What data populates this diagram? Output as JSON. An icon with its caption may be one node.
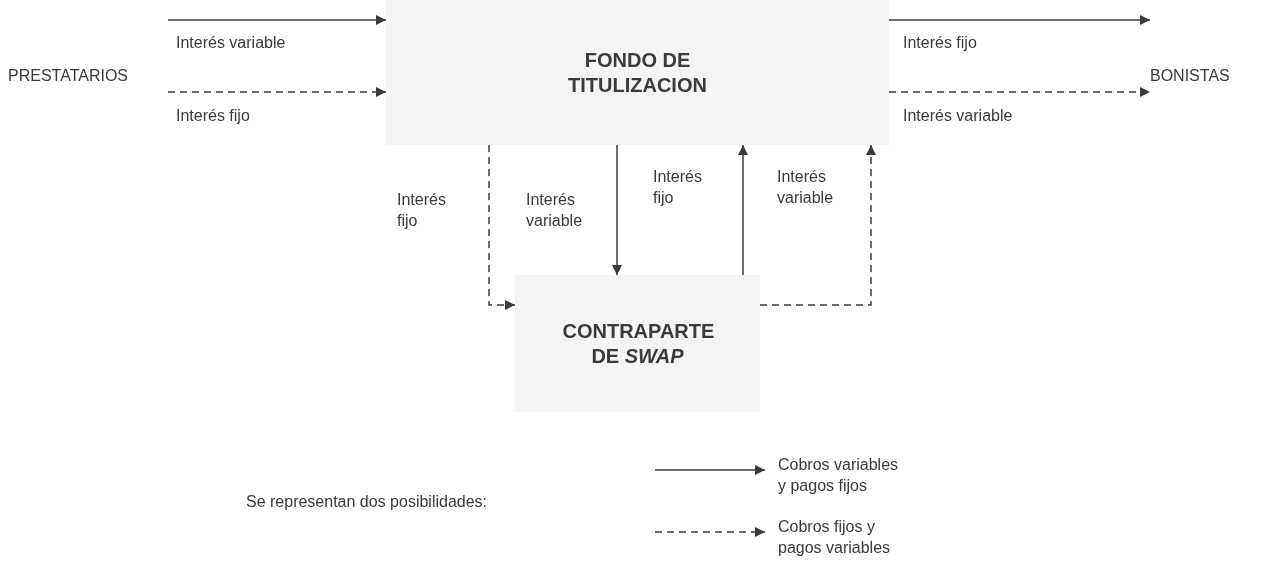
{
  "diagram": {
    "nodes": [
      {
        "text": [
          "PRESTATARIOS"
        ]
      },
      {
        "text": [
          "FONDO DE TITULIZACION"
        ]
      },
      {
        "text": [
          "BONISTAS"
        ]
      },
      {
        "text": [
          "CONTRAPARTE DE *SWAP*"
        ]
      }
    ],
    "edges": [
      {
        "from": 0,
        "to": 1,
        "arrow": "to",
        "label": "Interés variable"
      },
      {
        "from": 0,
        "to": 1,
        "arrow": "to",
        "label": "Interés fijo",
        "style": "dashed"
      },
      {
        "from": 1,
        "to": 2,
        "arrow": "to",
        "label": "Interés fijo"
      },
      {
        "from": 1,
        "to": 2,
        "arrow": "to",
        "label": "Interés variable",
        "style": "dashed"
      },
      {
        "from": 1,
        "to": 3,
        "arrow": "to",
        "label": "Interés fijo",
        "style": "dashed"
      },
      {
        "from": 1,
        "to": 3,
        "arrow": "to",
        "label": "Interés variable"
      },
      {
        "from": 3,
        "to": 1,
        "arrow": "to",
        "label": "Interés fijo"
      },
      {
        "from": 3,
        "to": 1,
        "arrow": "to",
        "label": "Interés variable",
        "style": "dashed"
      }
    ],
    "labels": [
      "Se representan dos posibilidades:"
    ],
    "legend": [
      {
        "text": "Cobros variables y pagos fijos"
      },
      {
        "text": "Cobros fijos y pagos variables"
      }
    ]
  }
}
